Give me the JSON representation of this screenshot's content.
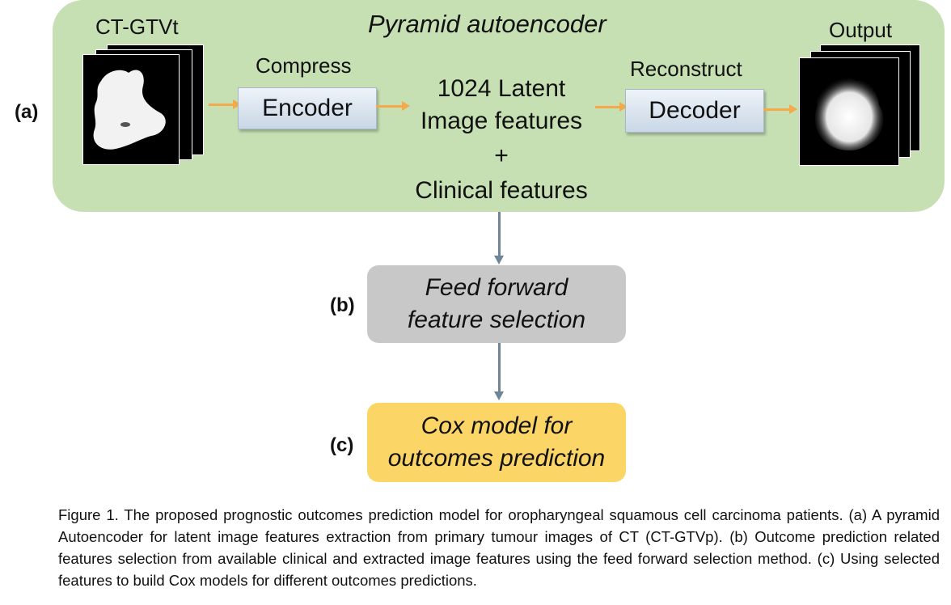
{
  "panel_a": {
    "label": "(a)",
    "title": "Pyramid autoencoder",
    "input_label": "CT-GTVt",
    "output_label": "Output",
    "compress_label": "Compress",
    "encoder_label": "Encoder",
    "reconstruct_label": "Reconstruct",
    "decoder_label": "Decoder",
    "latent_line1": "1024 Latent",
    "latent_line2": "Image features",
    "plus": "+",
    "clinical": "Clinical features"
  },
  "panel_b": {
    "label": "(b)",
    "line1": "Feed forward",
    "line2": "feature selection"
  },
  "panel_c": {
    "label": "(c)",
    "line1": "Cox model for",
    "line2": "outcomes prediction"
  },
  "colors": {
    "panel_a_bg": "#c6e0b4",
    "panel_b_bg": "#c8c8c8",
    "panel_c_bg": "#fcd567",
    "arrow_orange": "#f4a94a",
    "arrow_gray": "#6d8596"
  },
  "caption": "Figure 1. The proposed prognostic outcomes prediction model for oropharyngeal squamous cell carcinoma patients. (a) A pyramid Autoencoder for latent image features extraction from primary tumour images of CT (CT-GTVp). (b) Outcome prediction related features selection from available clinical and extracted image features using the feed forward selection method. (c) Using selected features to build Cox models for different outcomes predictions."
}
